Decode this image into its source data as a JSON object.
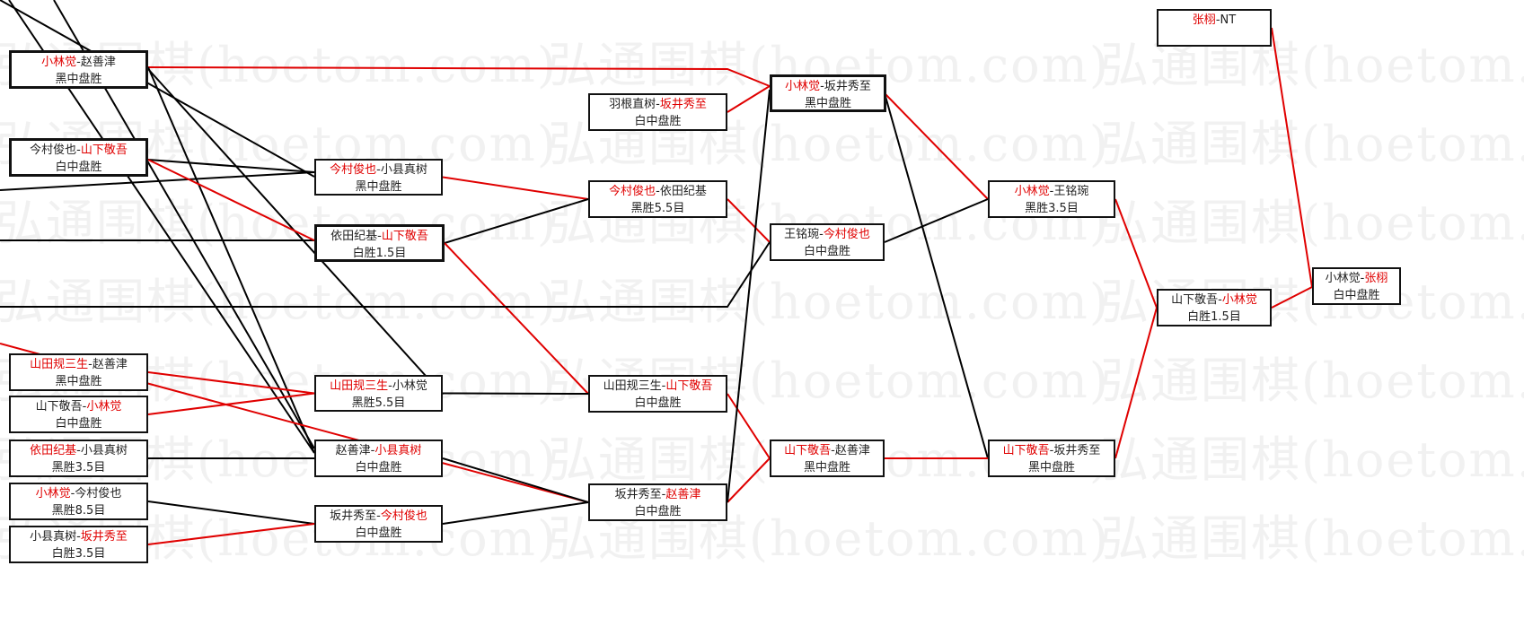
{
  "watermark": "弘通围棋(hoetom.com)",
  "separator": "-",
  "colors": {
    "winner": "#e00000",
    "line_win": "#e00000",
    "line_other": "#000000",
    "border": "#111111"
  },
  "matches": [
    {
      "id": "A",
      "p1": "小林觉",
      "p2": "赵善津",
      "winner": 1,
      "result": "黑中盘胜"
    },
    {
      "id": "B",
      "p1": "今村俊也",
      "p2": "山下敬吾",
      "winner": 2,
      "result": "白中盘胜"
    },
    {
      "id": "C",
      "p1": "山田规三生",
      "p2": "赵善津",
      "winner": 1,
      "result": "黑中盘胜"
    },
    {
      "id": "D",
      "p1": "山下敬吾",
      "p2": "小林觉",
      "winner": 2,
      "result": "白中盘胜"
    },
    {
      "id": "E",
      "p1": "依田纪基",
      "p2": "小县真树",
      "winner": 1,
      "result": "黑胜3.5目"
    },
    {
      "id": "F",
      "p1": "小林觉",
      "p2": "今村俊也",
      "winner": 1,
      "result": "黑胜8.5目"
    },
    {
      "id": "G",
      "p1": "小县真树",
      "p2": "坂井秀至",
      "winner": 2,
      "result": "白胜3.5目"
    },
    {
      "id": "H",
      "p1": "今村俊也",
      "p2": "小县真树",
      "winner": 1,
      "result": "黑中盘胜"
    },
    {
      "id": "I",
      "p1": "依田纪基",
      "p2": "山下敬吾",
      "winner": 2,
      "result": "白胜1.5目"
    },
    {
      "id": "J",
      "p1": "山田规三生",
      "p2": "小林觉",
      "winner": 1,
      "result": "黑胜5.5目"
    },
    {
      "id": "K",
      "p1": "赵善津",
      "p2": "小县真树",
      "winner": 2,
      "result": "白中盘胜"
    },
    {
      "id": "L",
      "p1": "坂井秀至",
      "p2": "今村俊也",
      "winner": 2,
      "result": "白中盘胜"
    },
    {
      "id": "M",
      "p1": "羽根直树",
      "p2": "坂井秀至",
      "winner": 2,
      "result": "白中盘胜"
    },
    {
      "id": "N",
      "p1": "今村俊也",
      "p2": "依田纪基",
      "winner": 1,
      "result": "黑胜5.5目"
    },
    {
      "id": "O",
      "p1": "山田规三生",
      "p2": "山下敬吾",
      "winner": 2,
      "result": "白中盘胜"
    },
    {
      "id": "P",
      "p1": "坂井秀至",
      "p2": "赵善津",
      "winner": 2,
      "result": "白中盘胜"
    },
    {
      "id": "Q",
      "p1": "小林觉",
      "p2": "坂井秀至",
      "winner": 1,
      "result": "黑中盘胜"
    },
    {
      "id": "R",
      "p1": "王铭琬",
      "p2": "今村俊也",
      "winner": 2,
      "result": "白中盘胜"
    },
    {
      "id": "S",
      "p1": "山下敬吾",
      "p2": "赵善津",
      "winner": 1,
      "result": "黑中盘胜"
    },
    {
      "id": "T",
      "p1": "小林觉",
      "p2": "王铭琬",
      "winner": 1,
      "result": "黑胜3.5目"
    },
    {
      "id": "U",
      "p1": "山下敬吾",
      "p2": "坂井秀至",
      "winner": 1,
      "result": "黑中盘胜"
    },
    {
      "id": "V",
      "p1": "张栩",
      "p2": "NT",
      "winner": 1,
      "result": ""
    },
    {
      "id": "W",
      "p1": "山下敬吾",
      "p2": "小林觉",
      "winner": 2,
      "result": "白胜1.5目"
    },
    {
      "id": "X",
      "p1": "小林觉",
      "p2": "张栩",
      "winner": 2,
      "result": "白中盘胜"
    }
  ]
}
